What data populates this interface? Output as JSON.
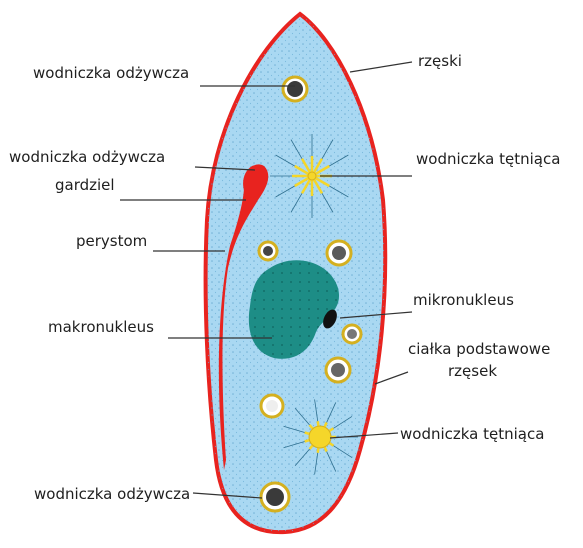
{
  "diagram": {
    "colors": {
      "cell_fill": "#a9d8f2",
      "pellicle": "#e8231f",
      "macronucleus": "#1d8d86",
      "contractile_vacuole": "#f5d62a",
      "cilia": "#7a7a7a",
      "leader_line": "#333333"
    },
    "labels": {
      "food_vacuole_top": "wodniczka odżywcza",
      "food_vacuole_mid": "wodniczka odżywcza",
      "gullet": "gardziel",
      "peristome": "perystom",
      "macronucleus": "makronukleus",
      "food_vacuole_bottom": "wodniczka odżywcza",
      "cilia": "rzęski",
      "contractile_vacuole_top": "wodniczka tętniąca",
      "micronucleus": "mikronukleus",
      "basal_bodies_line1": "ciałka podstawowe",
      "basal_bodies_line2": "rzęsek",
      "contractile_vacuole_bottom": "wodniczka tętniąca"
    }
  }
}
